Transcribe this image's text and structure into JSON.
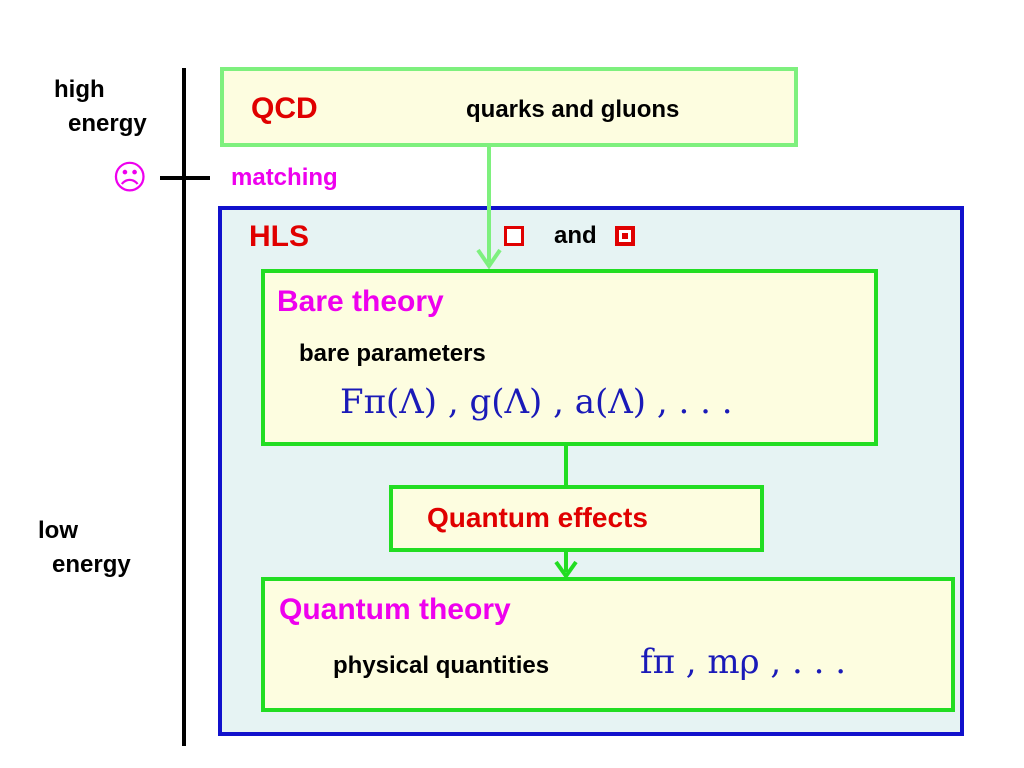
{
  "energy_scale": {
    "high_line1": "high",
    "high_line2": "energy",
    "low_line1": "low",
    "low_line2": "energy",
    "sad_icon": "☹",
    "matching": "matching"
  },
  "qcd": {
    "title": "QCD",
    "subtitle": "quarks and gluons"
  },
  "hls": {
    "title": "HLS",
    "and": "and"
  },
  "bare": {
    "title": "Bare theory",
    "params_label": "bare parameters",
    "params_formula": "Fπ(Λ) ,   g(Λ) ,   a(Λ) , . . ."
  },
  "quantum_effects": {
    "label": "Quantum effects"
  },
  "quantum_theory": {
    "title": "Quantum theory",
    "quantities_label": "physical quantities",
    "quantities_formula": "fπ ,   mρ , . . ."
  },
  "colors": {
    "qcd_border": "#7ef07e",
    "inner_border": "#22dd22",
    "hls_border": "#1111cc",
    "hls_fill": "#e6f3f3",
    "box_fill": "#fdfde0",
    "red": "#e00000",
    "magenta": "#ee00ee",
    "math_blue": "#1a1ab8"
  }
}
